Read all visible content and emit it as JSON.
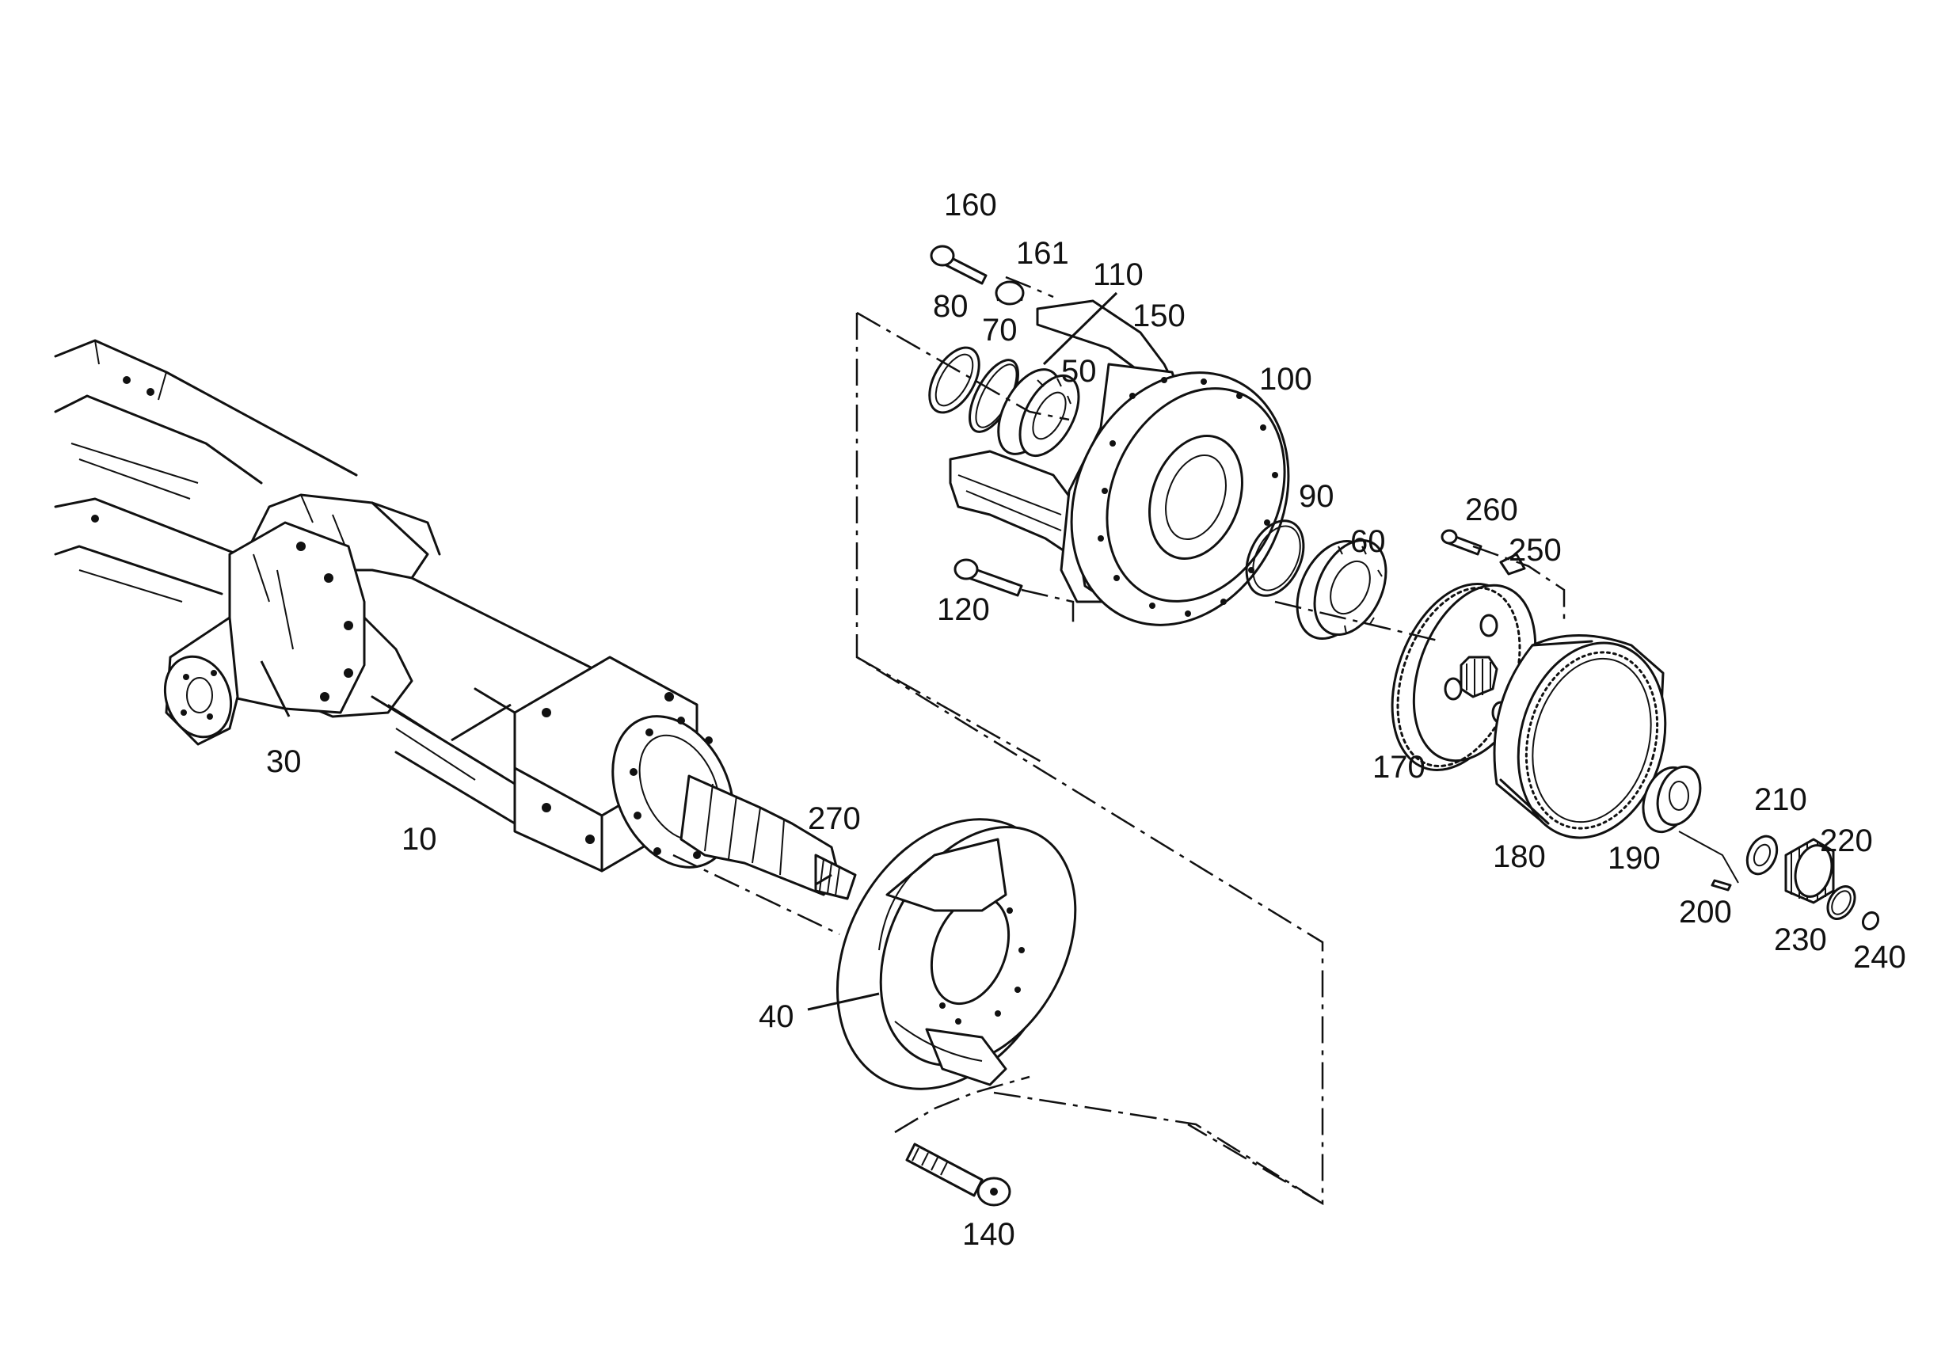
{
  "callouts": [
    {
      "id": "c160",
      "label": "160"
    },
    {
      "id": "c161",
      "label": "161"
    },
    {
      "id": "c110",
      "label": "110"
    },
    {
      "id": "c80",
      "label": "80"
    },
    {
      "id": "c70",
      "label": "70"
    },
    {
      "id": "c150",
      "label": "150"
    },
    {
      "id": "c50",
      "label": "50"
    },
    {
      "id": "c100",
      "label": "100"
    },
    {
      "id": "c90",
      "label": "90"
    },
    {
      "id": "c60",
      "label": "60"
    },
    {
      "id": "c120",
      "label": "120"
    },
    {
      "id": "c260",
      "label": "260"
    },
    {
      "id": "c250",
      "label": "250"
    },
    {
      "id": "c170",
      "label": "170"
    },
    {
      "id": "c180",
      "label": "180"
    },
    {
      "id": "c190",
      "label": "190"
    },
    {
      "id": "c210",
      "label": "210"
    },
    {
      "id": "c220",
      "label": "220"
    },
    {
      "id": "c200",
      "label": "200"
    },
    {
      "id": "c230",
      "label": "230"
    },
    {
      "id": "c240",
      "label": "240"
    },
    {
      "id": "c30",
      "label": "30"
    },
    {
      "id": "c10",
      "label": "10"
    },
    {
      "id": "c270",
      "label": "270"
    },
    {
      "id": "c40",
      "label": "40"
    },
    {
      "id": "c140",
      "label": "140"
    }
  ]
}
